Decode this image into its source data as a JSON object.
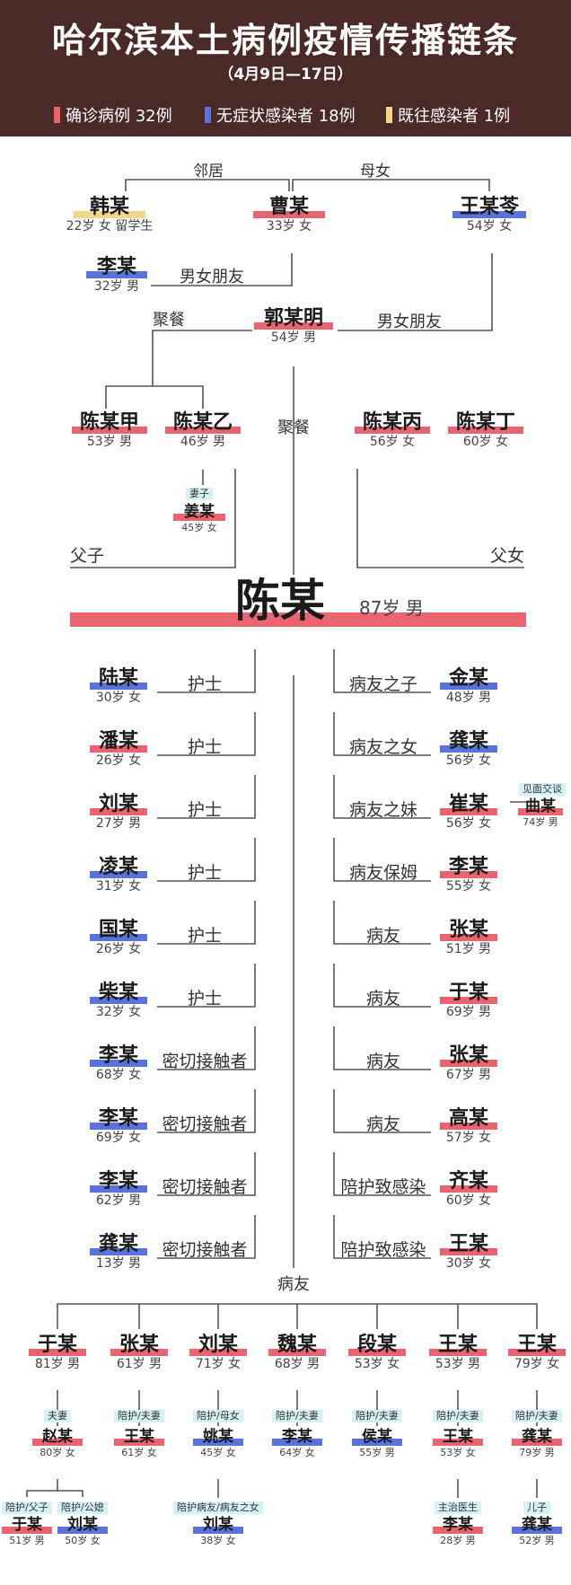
{
  "header": {
    "title": "哈尔滨本土病例疫情传播链条",
    "subtitle": "（4月9日—17日）",
    "legend": [
      {
        "label": "确诊病例 32例",
        "color": "#e8646e"
      },
      {
        "label": "无症状感染者 18例",
        "color": "#5a73d8"
      },
      {
        "label": "既往感染者 1例",
        "color": "#f3d68a"
      }
    ]
  },
  "colors": {
    "confirmed": "#e8646e",
    "asymptomatic": "#5a73d8",
    "previous": "#f3d68a",
    "tag_bg": "#d7f2f4",
    "line": "#555555"
  },
  "nodes": {
    "han": {
      "name": "韩某",
      "info": "22岁 女 留学生",
      "status": "previous"
    },
    "cao": {
      "name": "曹某",
      "info": "33岁 女",
      "status": "confirmed"
    },
    "wangmq": {
      "name": "王某苓",
      "info": "54岁 女",
      "status": "asymptomatic"
    },
    "li1": {
      "name": "李某",
      "info": "32岁 男",
      "status": "asymptomatic"
    },
    "guo": {
      "name": "郭某明",
      "info": "54岁 男",
      "status": "confirmed"
    },
    "chenjia": {
      "name": "陈某甲",
      "info": "53岁 男",
      "status": "confirmed"
    },
    "chenyi": {
      "name": "陈某乙",
      "info": "46岁 男",
      "status": "confirmed"
    },
    "chenbing": {
      "name": "陈某丙",
      "info": "56岁 女",
      "status": "confirmed"
    },
    "chending": {
      "name": "陈某丁",
      "info": "60岁 女",
      "status": "confirmed"
    },
    "jiang": {
      "name": "姜某",
      "info": "45岁 女",
      "status": "confirmed"
    },
    "center": {
      "name": "陈某",
      "info": "87岁 男",
      "status": "confirmed"
    },
    "qu": {
      "name": "曲某",
      "info": "74岁 男",
      "status": "confirmed"
    }
  },
  "left_list": [
    {
      "name": "陆某",
      "info": "30岁 女",
      "status": "asymptomatic",
      "relation": "护士"
    },
    {
      "name": "潘某",
      "info": "26岁 女",
      "status": "confirmed",
      "relation": "护士"
    },
    {
      "name": "刘某",
      "info": "27岁 男",
      "status": "confirmed",
      "relation": "护士"
    },
    {
      "name": "凌某",
      "info": "31岁 女",
      "status": "asymptomatic",
      "relation": "护士"
    },
    {
      "name": "国某",
      "info": "26岁 女",
      "status": "asymptomatic",
      "relation": "护士"
    },
    {
      "name": "柴某",
      "info": "32岁 女",
      "status": "asymptomatic",
      "relation": "护士"
    },
    {
      "name": "李某",
      "info": "68岁 女",
      "status": "asymptomatic",
      "relation": "密切接触者"
    },
    {
      "name": "李某",
      "info": "69岁 女",
      "status": "asymptomatic",
      "relation": "密切接触者"
    },
    {
      "name": "李某",
      "info": "62岁 男",
      "status": "asymptomatic",
      "relation": "密切接触者"
    },
    {
      "name": "龚某",
      "info": "13岁 男",
      "status": "asymptomatic",
      "relation": "密切接触者"
    }
  ],
  "right_list": [
    {
      "name": "金某",
      "info": "48岁 男",
      "status": "asymptomatic",
      "relation": "病友之子"
    },
    {
      "name": "龚某",
      "info": "56岁 女",
      "status": "asymptomatic",
      "relation": "病友之女"
    },
    {
      "name": "崔某",
      "info": "56岁 女",
      "status": "confirmed",
      "relation": "病友之妹"
    },
    {
      "name": "李某",
      "info": "55岁 女",
      "status": "confirmed",
      "relation": "病友保姆"
    },
    {
      "name": "张某",
      "info": "51岁 男",
      "status": "confirmed",
      "relation": "病友"
    },
    {
      "name": "于某",
      "info": "69岁 男",
      "status": "confirmed",
      "relation": "病友"
    },
    {
      "name": "张某",
      "info": "67岁 男",
      "status": "confirmed",
      "relation": "病友"
    },
    {
      "name": "高某",
      "info": "57岁 女",
      "status": "confirmed",
      "relation": "病友"
    },
    {
      "name": "齐某",
      "info": "60岁 女",
      "status": "confirmed",
      "relation": "陪护致感染"
    },
    {
      "name": "王某",
      "info": "30岁 女",
      "status": "confirmed",
      "relation": "陪护致感染"
    }
  ],
  "bottom_row": [
    {
      "name": "于某",
      "info": "81岁 男",
      "status": "confirmed"
    },
    {
      "name": "张某",
      "info": "61岁 男",
      "status": "confirmed"
    },
    {
      "name": "刘某",
      "info": "71岁 女",
      "status": "confirmed"
    },
    {
      "name": "魏某",
      "info": "68岁 男",
      "status": "confirmed"
    },
    {
      "name": "段某",
      "info": "53岁 女",
      "status": "confirmed"
    },
    {
      "name": "王某",
      "info": "53岁 男",
      "status": "confirmed"
    },
    {
      "name": "王某",
      "info": "79岁 女",
      "status": "confirmed"
    }
  ],
  "bottom_second": [
    {
      "tag": "夫妻",
      "name": "赵某",
      "info": "80岁 女",
      "status": "confirmed"
    },
    {
      "tag": "陪护/夫妻",
      "name": "王某",
      "info": "61岁 女",
      "status": "confirmed"
    },
    {
      "tag": "陪护/母女",
      "name": "姚某",
      "info": "45岁 女",
      "status": "asymptomatic"
    },
    {
      "tag": "陪护/夫妻",
      "name": "李某",
      "info": "64岁 女",
      "status": "asymptomatic"
    },
    {
      "tag": "陪护/夫妻",
      "name": "侯某",
      "info": "55岁 男",
      "status": "asymptomatic"
    },
    {
      "tag": "陪护/夫妻",
      "name": "王某",
      "info": "53岁 女",
      "status": "confirmed"
    },
    {
      "tag": "陪护/夫妻",
      "name": "龚某",
      "info": "79岁 男",
      "status": "confirmed"
    }
  ],
  "bottom_third": [
    {
      "tag": "陪护/父子",
      "name": "于某",
      "info": "51岁 男",
      "status": "confirmed"
    },
    {
      "tag": "陪护/公媳",
      "name": "刘某",
      "info": "50岁 女",
      "status": "asymptomatic"
    },
    {
      "tag": "陪护病友/病友之女",
      "name": "刘某",
      "info": "38岁 女",
      "status": "asymptomatic"
    },
    {
      "tag": "主治医生",
      "name": "李某",
      "info": "28岁 男",
      "status": "confirmed"
    },
    {
      "tag": "儿子",
      "name": "龚某",
      "info": "52岁 男",
      "status": "asymptomatic"
    }
  ],
  "labels": {
    "neighbor": "邻居",
    "mother_daughter": "母女",
    "bf_gf_1": "男女朋友",
    "dinner_1": "聚餐",
    "bf_gf_2": "男女朋友",
    "dinner_2": "聚餐",
    "wife": "妻子",
    "father_son": "父子",
    "father_daughter": "父女",
    "meet": "见面交谈",
    "ward_mate": "病友"
  }
}
